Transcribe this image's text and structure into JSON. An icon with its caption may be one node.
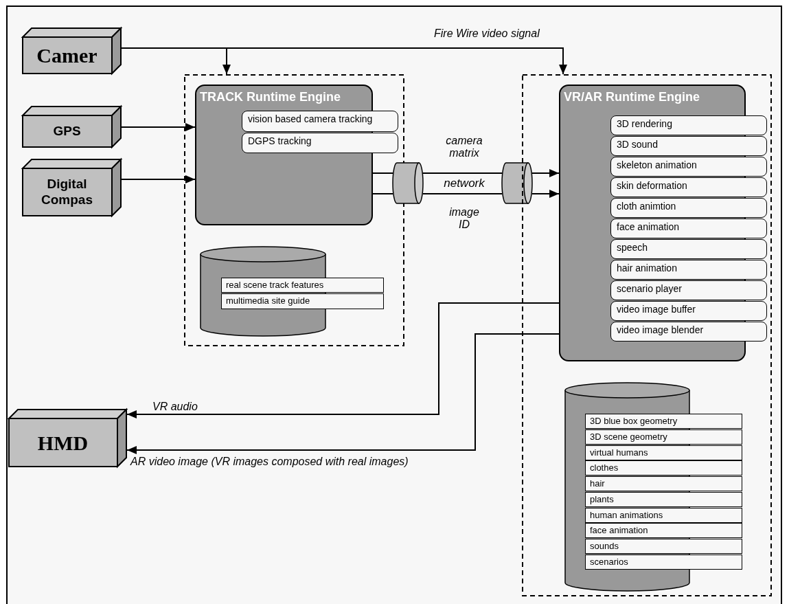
{
  "diagram": {
    "nodes": [
      {
        "text": [
          "Camer"
        ]
      },
      {
        "text": [
          "GPS"
        ]
      },
      {
        "text": [
          "Digital Compas"
        ]
      },
      {
        "text": [],
        "shape": "box"
      },
      {
        "text": [
          "TRACK Runtime Engine"
        ],
        "in": 3
      },
      {
        "text": [
          "vision based camera tracking"
        ],
        "in": 3
      },
      {
        "text": [
          "DGPS tracking"
        ],
        "in": 3
      },
      {
        "text": [],
        "shape": "cylinder",
        "in": 3
      },
      {
        "text": [
          "real scene track features"
        ],
        "in": 3
      },
      {
        "text": [
          "multimedia site guide"
        ],
        "in": 3
      },
      {
        "text": [],
        "shape": "cylinder"
      },
      {
        "text": [],
        "shape": "cylinder"
      },
      {
        "text": [],
        "shape": "box"
      },
      {
        "text": [
          "VR/AR Runtime Engine"
        ],
        "in": 12
      },
      {
        "text": [
          "3D rendering"
        ],
        "in": 12
      },
      {
        "text": [
          "3D sound"
        ],
        "in": 12
      },
      {
        "text": [
          "skeleton animation"
        ],
        "in": 12
      },
      {
        "text": [
          "skin deformation"
        ],
        "in": 12
      },
      {
        "text": [
          "cloth animtion"
        ],
        "in": 12
      },
      {
        "text": [
          "face animation"
        ],
        "in": 12
      },
      {
        "text": [
          "speech"
        ],
        "in": 12
      },
      {
        "text": [
          "hair animation"
        ],
        "in": 12
      },
      {
        "text": [
          "scenario player"
        ],
        "in": 12
      },
      {
        "text": [
          "video image buffer"
        ],
        "in": 12
      },
      {
        "text": [
          "video image blender"
        ],
        "in": 12
      },
      {
        "text": [],
        "shape": "cylinder",
        "in": 12
      },
      {
        "text": [
          "3D blue box geometry"
        ],
        "in": 12
      },
      {
        "text": [
          "3D scene geometry"
        ],
        "in": 12
      },
      {
        "text": [
          "virtual humans"
        ],
        "in": 12
      },
      {
        "text": [
          "clothes"
        ],
        "in": 12
      },
      {
        "text": [
          "hair"
        ],
        "in": 12
      },
      {
        "text": [
          "plants"
        ],
        "in": 12
      },
      {
        "text": [
          "human animations"
        ],
        "in": 12
      },
      {
        "text": [
          "face animation"
        ],
        "in": 12
      },
      {
        "text": [
          "sounds"
        ],
        "in": 12
      },
      {
        "text": [
          "scenarios"
        ],
        "in": 12
      },
      {
        "text": [
          "HMD"
        ]
      }
    ],
    "edges": [
      {
        "from": 0,
        "to": 3,
        "arrow": "to"
      },
      {
        "from": 0,
        "to": 12,
        "arrow": "to",
        "label": "Fire Wire video signal"
      },
      {
        "from": 1,
        "to": 4,
        "arrow": "to"
      },
      {
        "from": 2,
        "to": 4,
        "arrow": "to"
      },
      {
        "from": 4,
        "to": 10,
        "arrow": "none"
      },
      {
        "from": 4,
        "to": 10,
        "arrow": "none"
      },
      {
        "from": 10,
        "to": 11,
        "arrow": "none",
        "label": "camera matrix"
      },
      {
        "from": 10,
        "to": 11,
        "arrow": "none",
        "label": "image ID"
      },
      {
        "from": 11,
        "to": 13,
        "arrow": "to"
      },
      {
        "from": 11,
        "to": 13,
        "arrow": "to"
      },
      {
        "from": 13,
        "to": 36,
        "arrow": "to",
        "label": "VR audio"
      },
      {
        "from": 13,
        "to": 36,
        "arrow": "to",
        "label": "AR video image (VR images composed with real images)"
      }
    ],
    "labels": [
      "network"
    ]
  }
}
